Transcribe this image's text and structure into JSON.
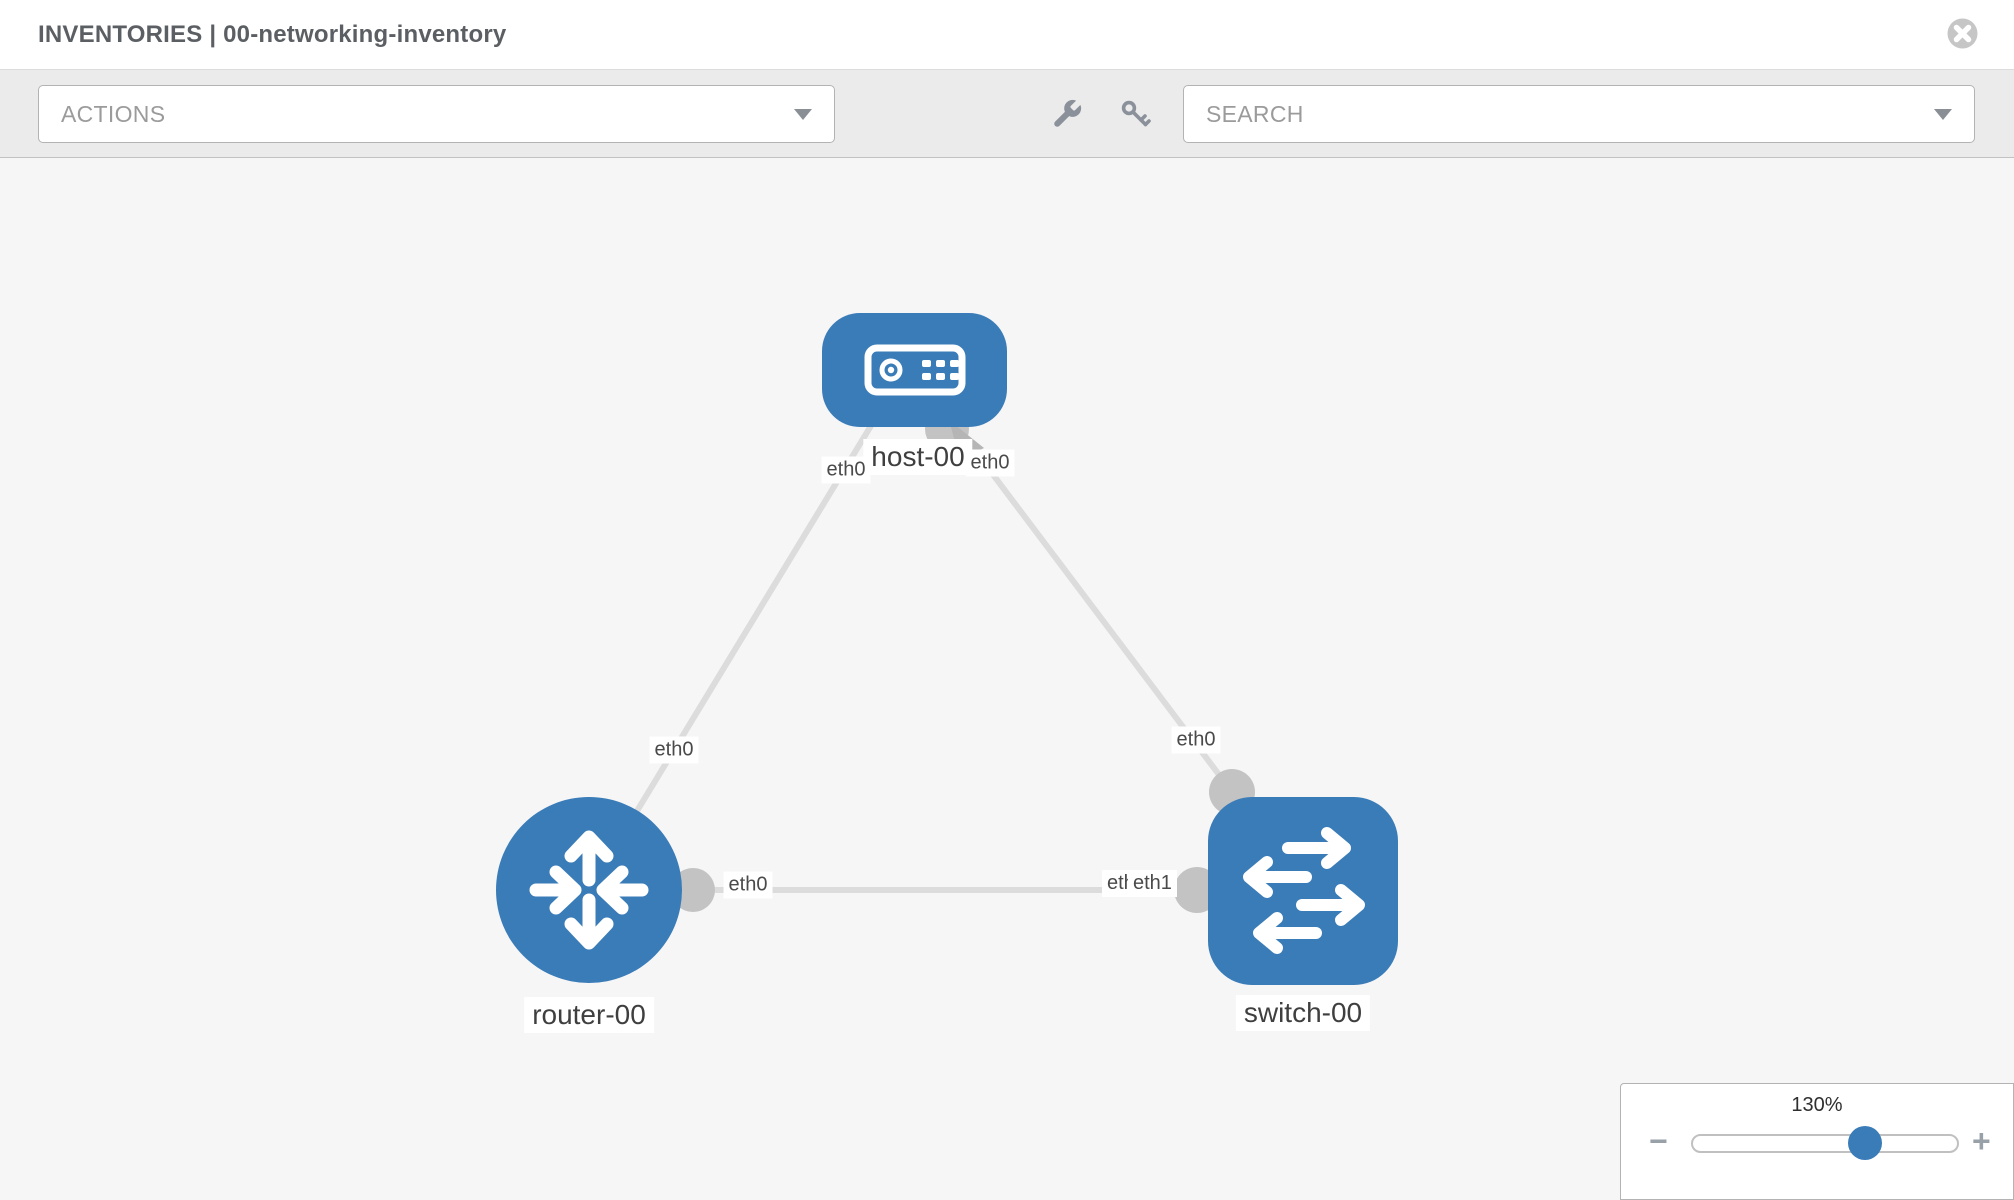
{
  "header": {
    "title": "INVENTORIES | 00-networking-inventory"
  },
  "toolbar": {
    "actions_label": "ACTIONS",
    "search_label": "SEARCH",
    "icons": [
      "wrench-icon",
      "key-icon"
    ]
  },
  "topology": {
    "nodes": [
      {
        "id": "host-00",
        "label": "host-00",
        "type": "host"
      },
      {
        "id": "router-00",
        "label": "router-00",
        "type": "router"
      },
      {
        "id": "switch-00",
        "label": "switch-00",
        "type": "switch"
      }
    ],
    "links": [
      {
        "from": "host-00",
        "from_interface": "eth0",
        "to": "router-00",
        "to_interface": "eth0"
      },
      {
        "from": "host-00",
        "from_interface": "eth0",
        "to": "switch-00",
        "to_interface": "eth0"
      },
      {
        "from": "router-00",
        "from_interface": "eth0",
        "to": "switch-00",
        "to_interface": "eth1",
        "to_interface_overlap": "eth0"
      }
    ]
  },
  "zoom_control": {
    "level": "130%",
    "minus_label": "−",
    "plus_label": "+",
    "value_percent": 65
  },
  "colors": {
    "node_blue": "#3a7cb8",
    "link_gray": "#dcdcdc",
    "port_gray": "#c3c3c3",
    "canvas_bg": "#f6f6f6",
    "toolbar_bg": "#ebebeb"
  }
}
